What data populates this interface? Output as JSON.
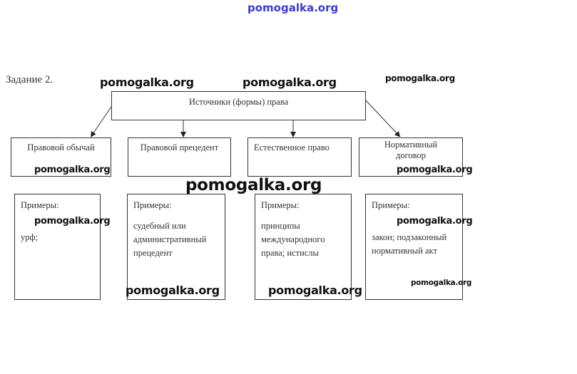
{
  "header_watermark": "pomogalka.org",
  "task_label": "Задание 2.",
  "root": "Источники (формы) права",
  "sources": [
    {
      "title": "Правовой обычай",
      "examples_label": "Примеры:",
      "examples": "урф;"
    },
    {
      "title": "Правовой прецедент",
      "examples_label": "Примеры:",
      "examples": "судебный или административный прецедент"
    },
    {
      "title": "Естественное право",
      "examples_label": "Примеры:",
      "examples": "принципы международного права; истислы"
    },
    {
      "title": "Нормативный договор",
      "examples_label": "Примеры:",
      "examples": "закон; подзаконный нормативный акт"
    }
  ],
  "watermark": "pomogalka.org",
  "colors": {
    "header_watermark": "#3a3ad8"
  }
}
